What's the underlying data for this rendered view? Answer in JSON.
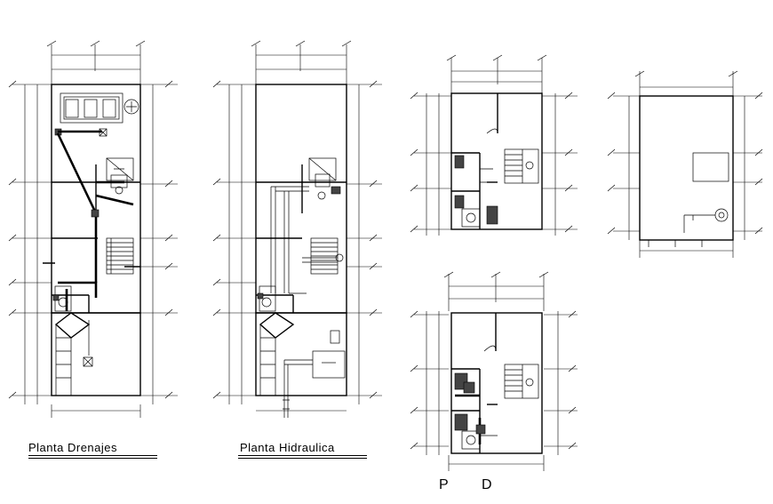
{
  "titles": {
    "drenajes": "Planta Drenajes",
    "hidraulica": "Planta Hidraulica"
  },
  "labels": {
    "p": "P",
    "d": "D"
  },
  "colors": {
    "line": "#000000",
    "background": "#ffffff"
  }
}
